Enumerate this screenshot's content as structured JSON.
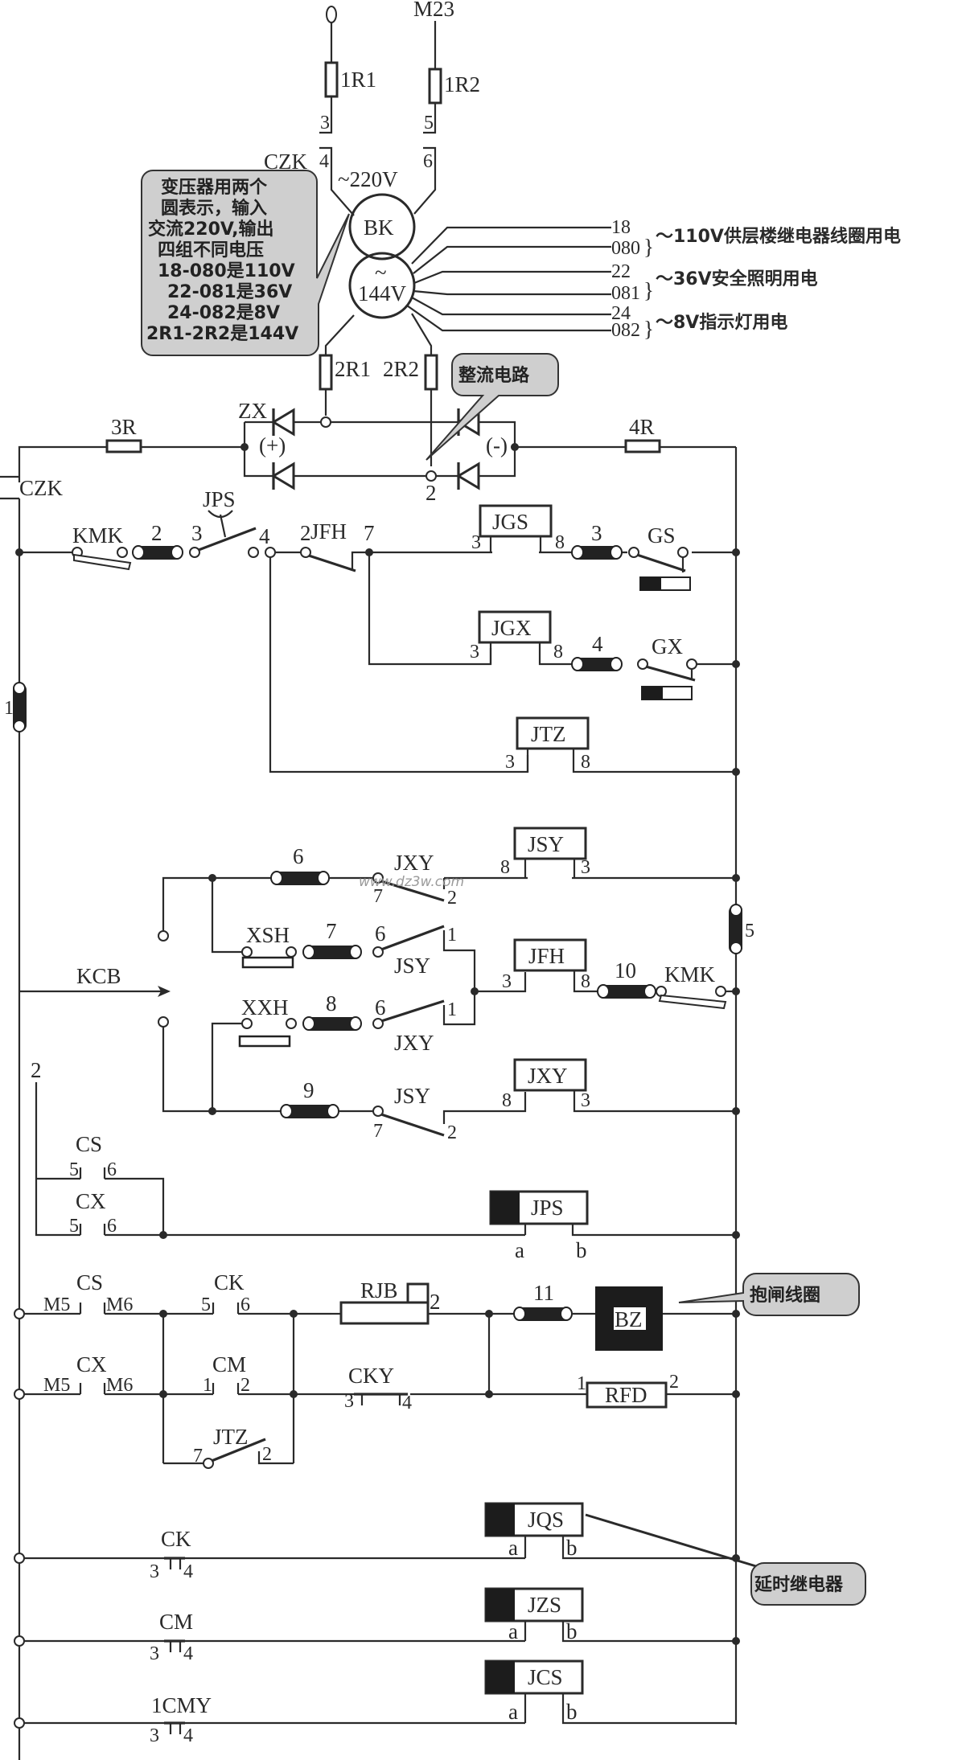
{
  "title": "Elevator control circuit schematic",
  "watermark": "www.dz3w.com",
  "supply": {
    "input_terminal": "M23",
    "fuses": [
      "1R1",
      "1R2"
    ],
    "fuse_pins": [
      "3",
      "5"
    ],
    "switch_label": "CZK",
    "switch_pins": [
      "4",
      "6"
    ],
    "input_voltage": "~220V",
    "transformer_label": "BK",
    "output_voltage_symbol": "~",
    "output_voltage": "144V",
    "secondary_fuses": [
      "2R1",
      "2R2"
    ]
  },
  "transformer_outputs": [
    {
      "terminals": [
        "18",
        "080"
      ],
      "description": "～110V供层楼继电器线圈用电"
    },
    {
      "terminals": [
        "22",
        "081"
      ],
      "description": "～36V安全照明用电"
    },
    {
      "terminals": [
        "24",
        "082"
      ],
      "description": "～8V指示灯用电"
    }
  ],
  "callouts": {
    "transformer": [
      "变压器用两个",
      "圆表示，输入",
      "交流220V,输出",
      "四组不同电压",
      "18-080是110V",
      "22-081是36V",
      "24-082是8V",
      "2R1-2R2是144V"
    ],
    "rectifier": "整流电路",
    "brake_coil": "抱闸线圈",
    "time_relay": "延时继电器"
  },
  "rectifier": {
    "label": "ZX",
    "plus": "(+)",
    "minus": "(-)",
    "node": "2",
    "resistor_left": "3R",
    "resistor_right": "4R",
    "dc_switch": "CZK"
  },
  "rows": {
    "r1": {
      "kmk": "KMK",
      "coil": "2",
      "jps": "JPS",
      "p3": "3",
      "p4": "4",
      "jfh_pin": "2",
      "jfh": "JFH",
      "p7": "7",
      "relay": "JGS",
      "rp3": "3",
      "rp8": "8",
      "coil2": "3",
      "switch": "GS"
    },
    "r2": {
      "relay": "JGX",
      "rp3": "3",
      "rp8": "8",
      "coil": "4",
      "switch": "GX"
    },
    "r3": {
      "relay": "JTZ",
      "rp3": "3",
      "rp8": "8"
    },
    "left_coil": "1",
    "right_coil": "5",
    "r4": {
      "coil": "6",
      "contact": "JXY",
      "p7": "7",
      "p2": "2",
      "relay": "JSY",
      "rp8": "8",
      "rp3": "3"
    },
    "r5": {
      "button": "XSH",
      "coil": "7",
      "p6": "6",
      "p1": "1",
      "contact": "JSY"
    },
    "r6": {
      "kcb": "KCB",
      "relay": "JFH",
      "rp3": "3",
      "rp8": "8",
      "coil": "10",
      "switch": "KMK"
    },
    "r7": {
      "button": "XXH",
      "coil": "8",
      "p6": "6",
      "p1": "1",
      "contact": "JXY"
    },
    "r8": {
      "coil": "9",
      "contact": "JSY",
      "p7": "7",
      "p2": "2",
      "relay": "JXY",
      "rp8": "8",
      "rp3": "3"
    },
    "r9": {
      "node": "2",
      "cs": "CS",
      "cx": "CX",
      "p5": "5",
      "p6": "6",
      "relay": "JPS",
      "pa": "a",
      "pb": "b"
    },
    "r10": {
      "cs": "CS",
      "m5": "M5",
      "m6": "M6",
      "ck": "CK",
      "p5": "5",
      "p6": "6",
      "rjb": "RJB",
      "rjb_pin": "2",
      "coil": "11",
      "brake": "BZ"
    },
    "r11": {
      "cx": "CX",
      "m5": "M5",
      "m6": "M6",
      "cm": "CM",
      "p1": "1",
      "p2": "2",
      "cky": "CKY",
      "p3": "3",
      "p4": "4",
      "rfd": "RFD",
      "rp1": "1",
      "rp2": "2"
    },
    "r12": {
      "jtz": "JTZ",
      "p7": "7",
      "p2": "2"
    },
    "timers": [
      {
        "contact": "CK",
        "p3": "3",
        "p4": "4",
        "relay": "JQS",
        "pa": "a",
        "pb": "b"
      },
      {
        "contact": "CM",
        "p3": "3",
        "p4": "4",
        "relay": "JZS",
        "pa": "a",
        "pb": "b"
      },
      {
        "contact": "1CMY",
        "p3": "3",
        "p4": "4",
        "relay": "JCS",
        "pa": "a",
        "pb": "b"
      }
    ]
  }
}
